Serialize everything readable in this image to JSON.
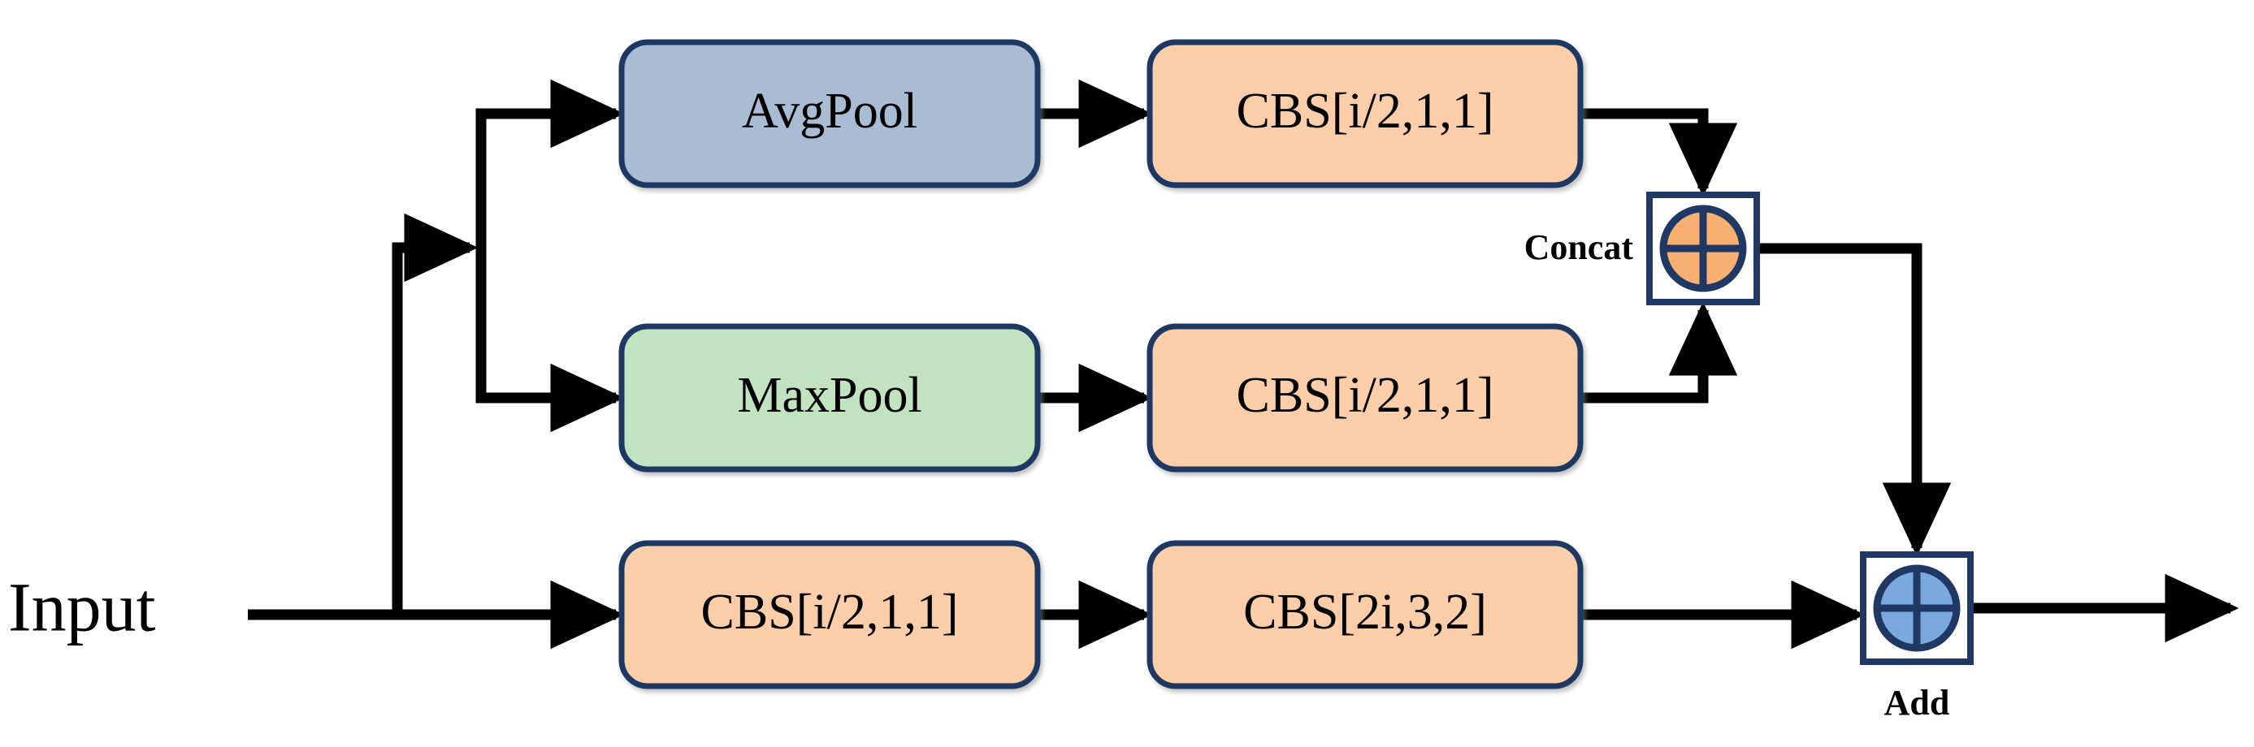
{
  "diagram": {
    "title": "Neural network module block diagram",
    "colors": {
      "avgpool_fill": "#a8bcd4",
      "maxpool_fill": "#c2e3bf",
      "cbs_fill": "#fbcda8",
      "node_border": "#1f3864",
      "concat_fill": "#f8b072",
      "add_fill": "#7aa9dd",
      "arrow": "#000000",
      "background": "#ffffff"
    },
    "input": {
      "label": "Input"
    },
    "blocks": [
      {
        "id": "avgpool",
        "label": "AvgPool",
        "fill": "avgpool_fill"
      },
      {
        "id": "cbs_top",
        "label": "CBS[i/2,1,1]",
        "fill": "cbs_fill"
      },
      {
        "id": "maxpool",
        "label": "MaxPool",
        "fill": "maxpool_fill"
      },
      {
        "id": "cbs_mid",
        "label": "CBS[i/2,1,1]",
        "fill": "cbs_fill"
      },
      {
        "id": "cbs_bot1",
        "label": "CBS[i/2,1,1]",
        "fill": "cbs_fill"
      },
      {
        "id": "cbs_bot2",
        "label": "CBS[2i,3,2]",
        "fill": "cbs_fill"
      }
    ],
    "operators": [
      {
        "id": "concat",
        "label": "Concat",
        "icon": "circle-plus-icon",
        "fill": "concat_fill"
      },
      {
        "id": "add",
        "label": "Add",
        "icon": "circle-plus-icon",
        "fill": "add_fill"
      }
    ]
  }
}
